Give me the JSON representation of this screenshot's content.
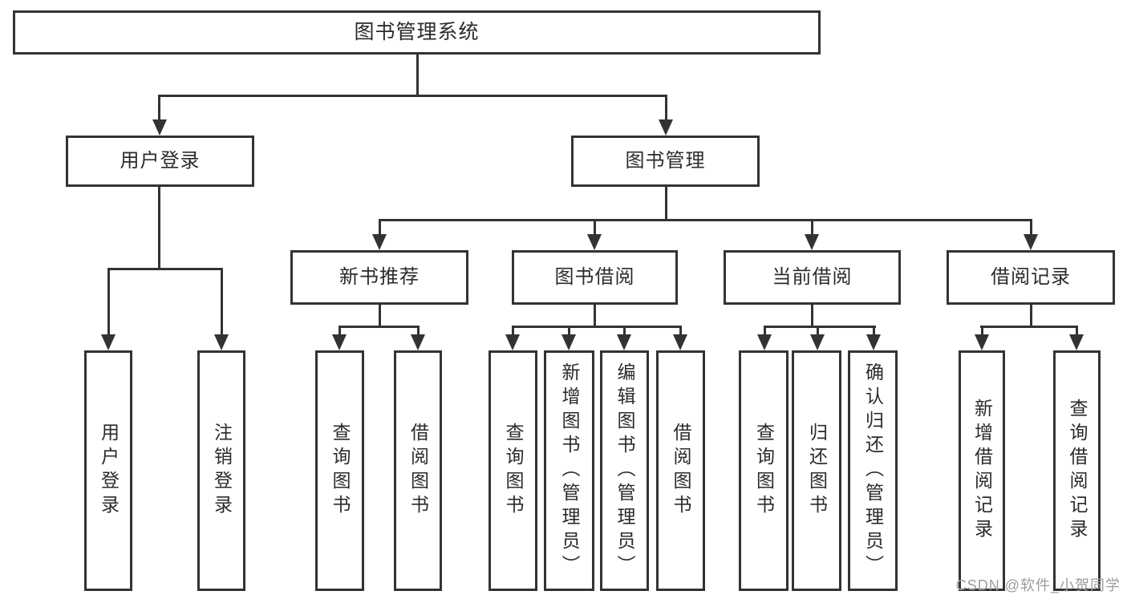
{
  "colors": {
    "line": "#333333",
    "text": "#2b2b2b",
    "background": "#ffffff",
    "watermark": "#9c9c9c"
  },
  "tree": {
    "root": "图书管理系统",
    "user_login": {
      "label": "用户登录",
      "children": [
        "用户登录",
        "注销登录"
      ]
    },
    "book_mgmt": {
      "label": "图书管理",
      "children": {
        "new_book_rec": {
          "label": "新书推荐",
          "children": [
            "查询图书",
            "借阅图书"
          ]
        },
        "book_borrow": {
          "label": "图书借阅",
          "children": [
            "查询图书",
            "新增图书（管理员）",
            "编辑图书（管理员）",
            "借阅图书"
          ]
        },
        "current_borrow": {
          "label": "当前借阅",
          "children": [
            "查询图书",
            "归还图书",
            "确认归还（管理员）"
          ]
        },
        "borrow_record": {
          "label": "借阅记录",
          "children": [
            "新增借阅记录",
            "查询借阅记录"
          ]
        }
      }
    }
  },
  "watermark": "CSDN @软件_小贺同学"
}
